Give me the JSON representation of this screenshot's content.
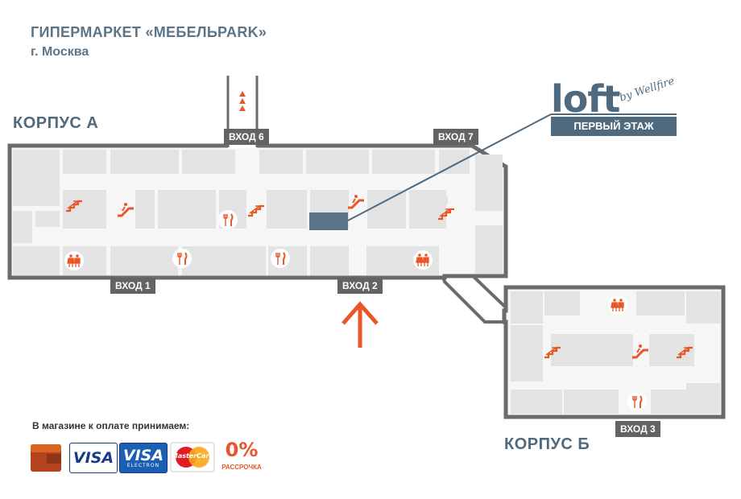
{
  "header": {
    "title": "ГИПЕРМАРКЕТ «МЕБЕЛЬPARK»",
    "city": "г. Москва"
  },
  "buildings": {
    "a_label": "КОРПУС  А",
    "b_label": "КОРПУС  Б"
  },
  "entrances": {
    "e1": "ВХОД 1",
    "e2": "ВХОД 2",
    "e3": "ВХОД 3",
    "e6": "ВХОД 6",
    "e7": "ВХОД 7"
  },
  "store_logo": {
    "name": "loft",
    "byline": "by Wellfire",
    "floor": "ПЕРВЫЙ ЭТАЖ"
  },
  "payment": {
    "title": "В магазине к оплате принимаем:",
    "visa": "VISA",
    "visa_electron": "VISA",
    "visa_electron_sub": "ELECTRON",
    "mastercard": "MasterCard",
    "installment_value": "0%",
    "installment_label": "РАССРОЧКА"
  },
  "colors": {
    "accent": "#e8562a",
    "brand": "#4f6a7f",
    "highlight_store": "#5b7488",
    "wall": "#6b6b6b",
    "floor": "#f5f5f5",
    "block": "#e3e3e3"
  },
  "icons": [
    "stairs-icon",
    "escalator-icon",
    "wc-icon",
    "restaurant-icon",
    "arrow-up-icon",
    "wallet-icon"
  ]
}
